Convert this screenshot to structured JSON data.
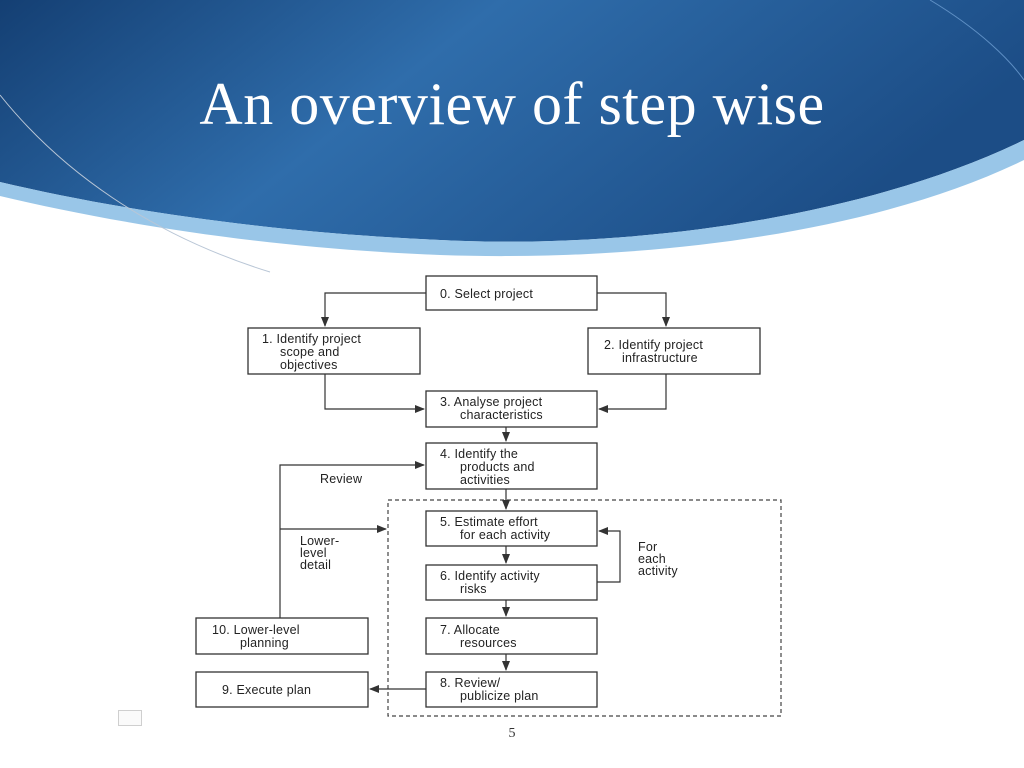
{
  "slide": {
    "title": "An overview of step wise",
    "page_number": "5"
  },
  "colors": {
    "header_dark": "#1d4f86",
    "header_light": "#3a7fc0",
    "accent_band": "#8ec0e6",
    "box_stroke": "#333333"
  },
  "flowchart": {
    "steps": [
      {
        "id": "0",
        "lines": [
          "0. Select project"
        ]
      },
      {
        "id": "1",
        "lines": [
          "1. Identify project",
          "scope and",
          "objectives"
        ]
      },
      {
        "id": "2",
        "lines": [
          "2. Identify project",
          "infrastructure"
        ]
      },
      {
        "id": "3",
        "lines": [
          "3. Analyse project",
          "characteristics"
        ]
      },
      {
        "id": "4",
        "lines": [
          "4. Identify the",
          "products and",
          "activities"
        ]
      },
      {
        "id": "5",
        "lines": [
          "5. Estimate effort",
          "for each activity"
        ]
      },
      {
        "id": "6",
        "lines": [
          "6. Identify activity",
          "risks"
        ]
      },
      {
        "id": "7",
        "lines": [
          "7. Allocate",
          "resources"
        ]
      },
      {
        "id": "8",
        "lines": [
          "8. Review/",
          "publicize plan"
        ]
      },
      {
        "id": "9",
        "lines": [
          "9. Execute plan"
        ]
      },
      {
        "id": "10",
        "lines": [
          "10. Lower-level",
          "planning"
        ]
      }
    ],
    "notes": {
      "review": "Review",
      "lower_level_detail": [
        "Lower-",
        "level",
        "detail"
      ],
      "for_each_activity": [
        "For",
        "each",
        "activity"
      ]
    }
  }
}
